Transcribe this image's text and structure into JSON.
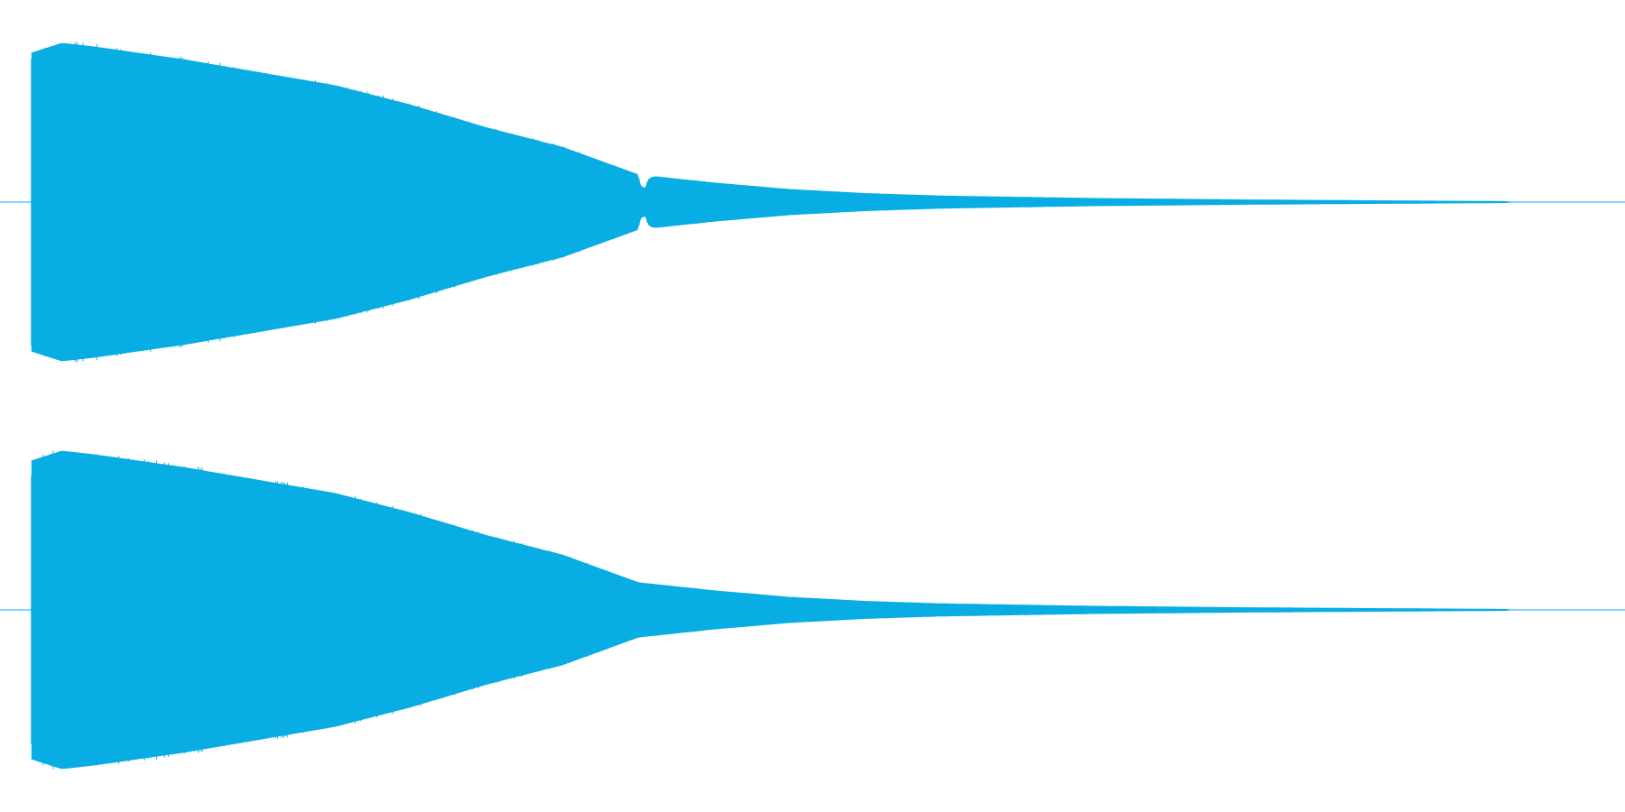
{
  "colors": {
    "background": "#ffffff",
    "waveform": "#08ade3",
    "center_line": "#08ade3"
  },
  "chart_data": [
    {
      "type": "area",
      "name": "",
      "note": "",
      "x": [
        0.0,
        0.02,
        0.04,
        0.07,
        0.1,
        0.15,
        0.2,
        0.25,
        0.3,
        0.35,
        0.4,
        0.403,
        0.406,
        0.41,
        0.45,
        0.5,
        0.55,
        0.6,
        0.7,
        0.8,
        0.9,
        0.97,
        0.98
      ],
      "values": [
        0.92,
        0.98,
        0.96,
        0.92,
        0.88,
        0.8,
        0.72,
        0.6,
        0.46,
        0.34,
        0.17,
        0.05,
        0.14,
        0.16,
        0.12,
        0.08,
        0.055,
        0.04,
        0.025,
        0.016,
        0.01,
        0.006,
        0.0
      ],
      "xlim": [
        -0.01,
        1.05
      ],
      "ylim": [
        -1,
        1
      ]
    },
    {
      "type": "area",
      "name": "",
      "note": "",
      "x": [
        0.0,
        0.02,
        0.04,
        0.07,
        0.1,
        0.15,
        0.2,
        0.25,
        0.3,
        0.35,
        0.4,
        0.45,
        0.5,
        0.55,
        0.6,
        0.7,
        0.8,
        0.9,
        0.97,
        0.98
      ],
      "values": [
        0.92,
        0.98,
        0.96,
        0.92,
        0.88,
        0.8,
        0.72,
        0.6,
        0.46,
        0.34,
        0.17,
        0.12,
        0.08,
        0.055,
        0.04,
        0.025,
        0.016,
        0.01,
        0.006,
        0.0
      ],
      "xlim": [
        -0.01,
        1.05
      ],
      "ylim": [
        -1,
        1
      ]
    }
  ]
}
